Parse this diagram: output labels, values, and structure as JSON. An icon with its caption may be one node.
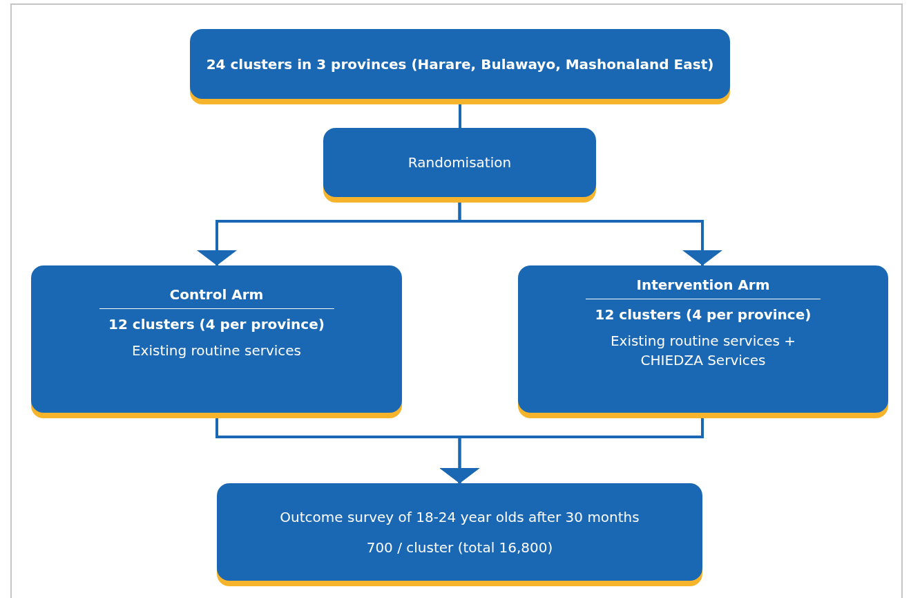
{
  "diagram": {
    "nodes": [
      {
        "text": [
          "24 clusters in 3 provinces (Harare, Bulawayo, Mashonaland East)"
        ]
      },
      {
        "text": [
          "Randomisation"
        ]
      },
      {
        "text": [
          "Control Arm",
          "12 clusters (4 per province)",
          "Existing routine services"
        ]
      },
      {
        "text": [
          "Intervention Arm",
          "12 clusters (4 per province)",
          "Existing routine services + CHIEDZA Services"
        ]
      },
      {
        "text": [
          "Outcome survey of 18-24 year olds after 30 months",
          "700 / cluster (total 16,800)"
        ]
      }
    ],
    "edges": [
      {
        "from": 0,
        "to": 1,
        "arrow": "none"
      },
      {
        "from": 1,
        "to": 2,
        "arrow": "to"
      },
      {
        "from": 1,
        "to": 3,
        "arrow": "to"
      },
      {
        "from": 2,
        "to": 4,
        "arrow": "to"
      },
      {
        "from": 3,
        "to": 4,
        "arrow": "to"
      }
    ]
  }
}
